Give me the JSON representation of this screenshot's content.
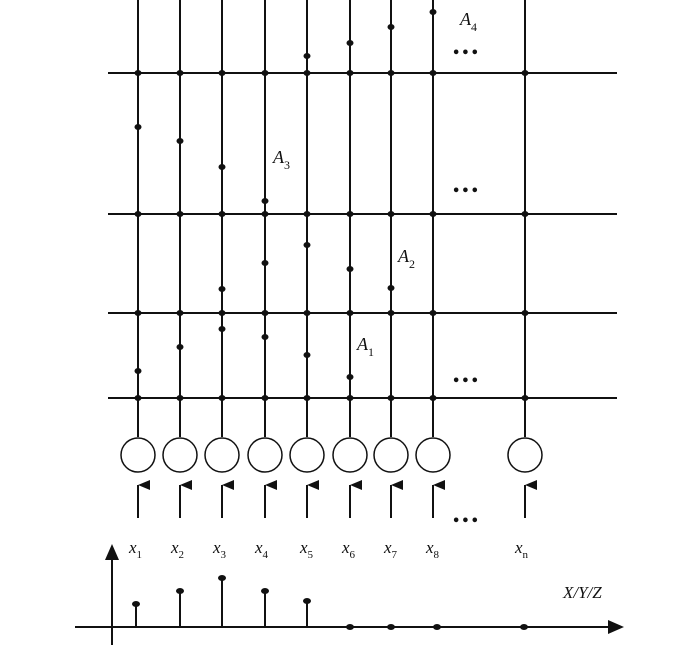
{
  "inputs": [
    {
      "name": "x",
      "sub": "1"
    },
    {
      "name": "x",
      "sub": "2"
    },
    {
      "name": "x",
      "sub": "3"
    },
    {
      "name": "x",
      "sub": "4"
    },
    {
      "name": "x",
      "sub": "5"
    },
    {
      "name": "x",
      "sub": "6"
    },
    {
      "name": "x",
      "sub": "7"
    },
    {
      "name": "x",
      "sub": "8"
    },
    {
      "name": "x",
      "sub": "n"
    }
  ],
  "regions": [
    {
      "name": "A",
      "sub": "4"
    },
    {
      "name": "A",
      "sub": "3"
    },
    {
      "name": "A",
      "sub": "2"
    },
    {
      "name": "A",
      "sub": "1"
    }
  ],
  "ellipsis": "•••",
  "axis_label": "X/Y/Z",
  "colors": {
    "line": "#111111",
    "background": "#ffffff"
  }
}
